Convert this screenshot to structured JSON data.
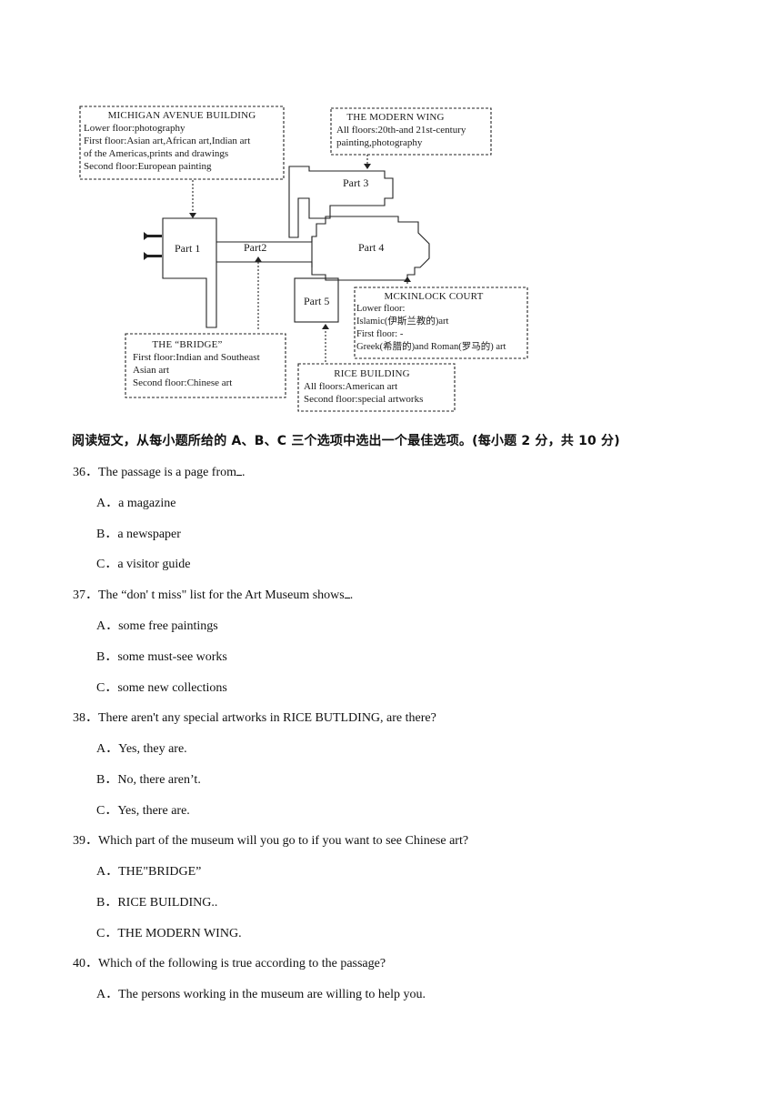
{
  "map": {
    "michigan": {
      "title": "MICHIGAN AVENUE BUILDING",
      "lines": [
        "Lower floor:photography",
        "First floor:Asian art,African art,Indian art",
        "of the Americas,prints and drawings",
        "Second floor:European painting"
      ]
    },
    "modern": {
      "title": "THE MODERN WING",
      "lines": [
        "All floors:20th-and 21st-century",
        "painting,photography"
      ]
    },
    "bridge": {
      "title": "THE “BRIDGE”",
      "lines": [
        "First floor:Indian and Southeast",
        "Asian art",
        "Second floor:Chinese art"
      ]
    },
    "mckinlock": {
      "title": "MCKINLOCK COURT",
      "lines": [
        "Lower floor:",
        "Islamic(伊斯兰教的)art",
        "First floor: -",
        "Greek(希腊的)and Roman(罗马的) art"
      ]
    },
    "rice": {
      "title": "RICE BUILDING",
      "lines": [
        "All floors:American art",
        "Second floor:special artworks"
      ]
    },
    "parts": [
      "Part 1",
      "Part2",
      "Part 3",
      "Part 4",
      "Part 5"
    ]
  },
  "instruction": "阅读短文，从每小题所给的 A、B、C 三个选项中选出一个最佳选项。(每小题 2 分，共 10 分)",
  "questions": [
    {
      "stem": "36．The passage is a page from",
      "tail": ".",
      "options": [
        "A．a magazine",
        "B．a newspaper",
        "C．a visitor guide"
      ]
    },
    {
      "stem": "37．The “don' t miss\" list for the Art Museum shows",
      "tail": ".",
      "options": [
        "A．some free paintings",
        "B．some must-see works",
        "C．some new collections"
      ]
    },
    {
      "stem": "38．There aren't any special artworks in RICE BUTLDING, are there?",
      "tail": "",
      "options": [
        "A．Yes, they are.",
        "B．No, there aren’t.",
        "C．Yes, there are."
      ]
    },
    {
      "stem": "39．Which part of the museum will you go to if you want to see Chinese art?",
      "tail": "",
      "options": [
        "A．THE\"BRIDGE”",
        "B．RICE BUILDING..",
        "C．THE MODERN WING."
      ]
    },
    {
      "stem": "40．Which of the following is true according to the passage?",
      "tail": "",
      "options": [
        "A．The persons working in the museum are willing to help you."
      ]
    }
  ]
}
